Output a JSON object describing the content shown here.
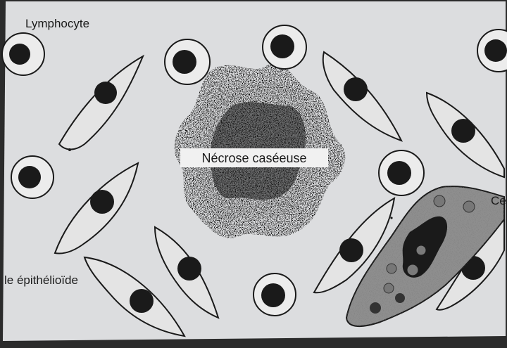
{
  "diagram": {
    "labels": {
      "lymphocyte": "Lymphocyte",
      "necrosis": "Nécrose caséeuse",
      "epithelioid": "le épithélioïde",
      "giant_cell": "Ce"
    },
    "colors": {
      "paper": "#dcdddf",
      "ink": "#1a1a1a",
      "giant_cell_fill": "#8e8e8e",
      "border": "#2b2b2b"
    }
  }
}
